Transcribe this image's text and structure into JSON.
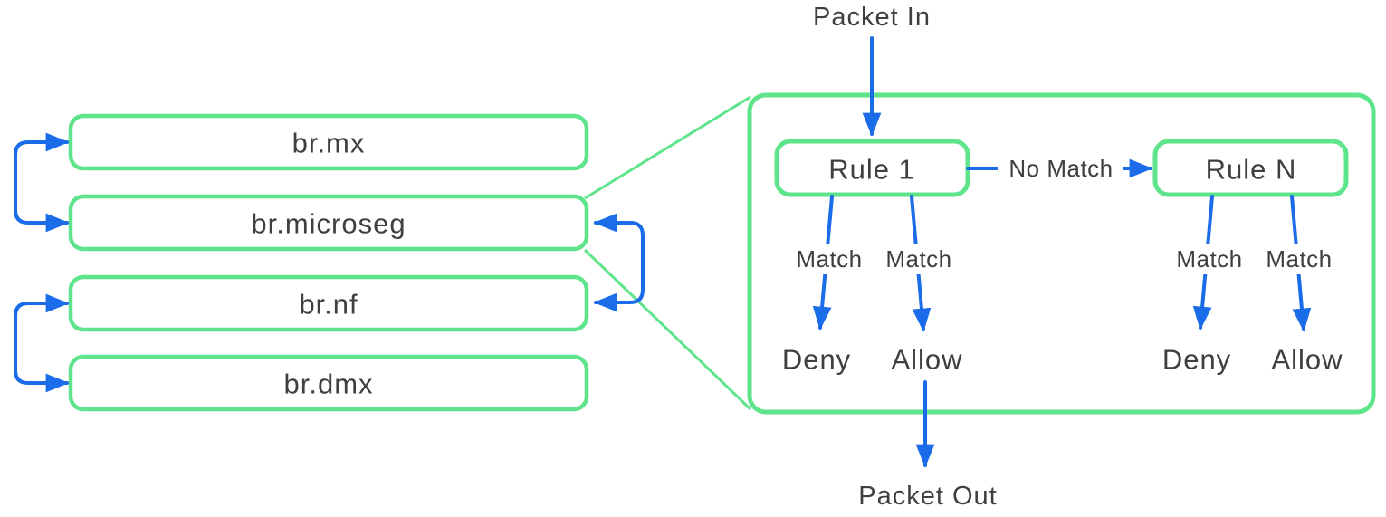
{
  "colors": {
    "green": "#5ee48a",
    "blue": "#1a6ce8",
    "text": "#3c4043",
    "background": "#ffffff"
  },
  "bridges": {
    "items": [
      {
        "label": "br.mx"
      },
      {
        "label": "br.microseg"
      },
      {
        "label": "br.nf"
      },
      {
        "label": "br.dmx"
      }
    ]
  },
  "pipeline": {
    "packet_in_label": "Packet In",
    "packet_out_label": "Packet Out",
    "rule1_label": "Rule 1",
    "ruleN_label": "Rule N",
    "no_match_label": "No Match",
    "match_label": "Match",
    "deny_label": "Deny",
    "allow_label": "Allow"
  }
}
